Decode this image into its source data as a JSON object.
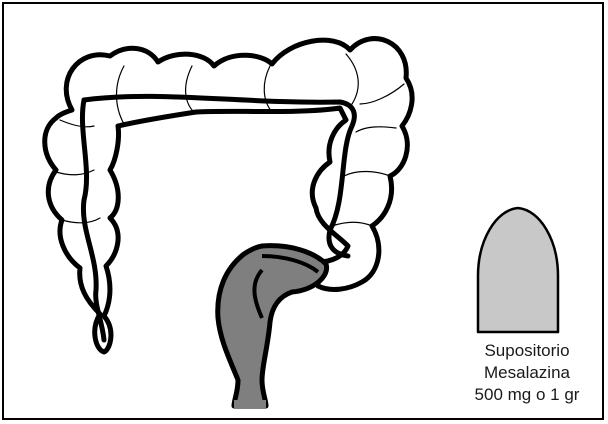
{
  "caption": {
    "line1": "Supositorio",
    "line2": "Mesalazina",
    "line3": "500 mg o 1 gr"
  },
  "colors": {
    "outline": "#000000",
    "rectum_fill": "#7f7f7f",
    "suppository_fill": "#c8c8c8",
    "background": "#ffffff"
  }
}
